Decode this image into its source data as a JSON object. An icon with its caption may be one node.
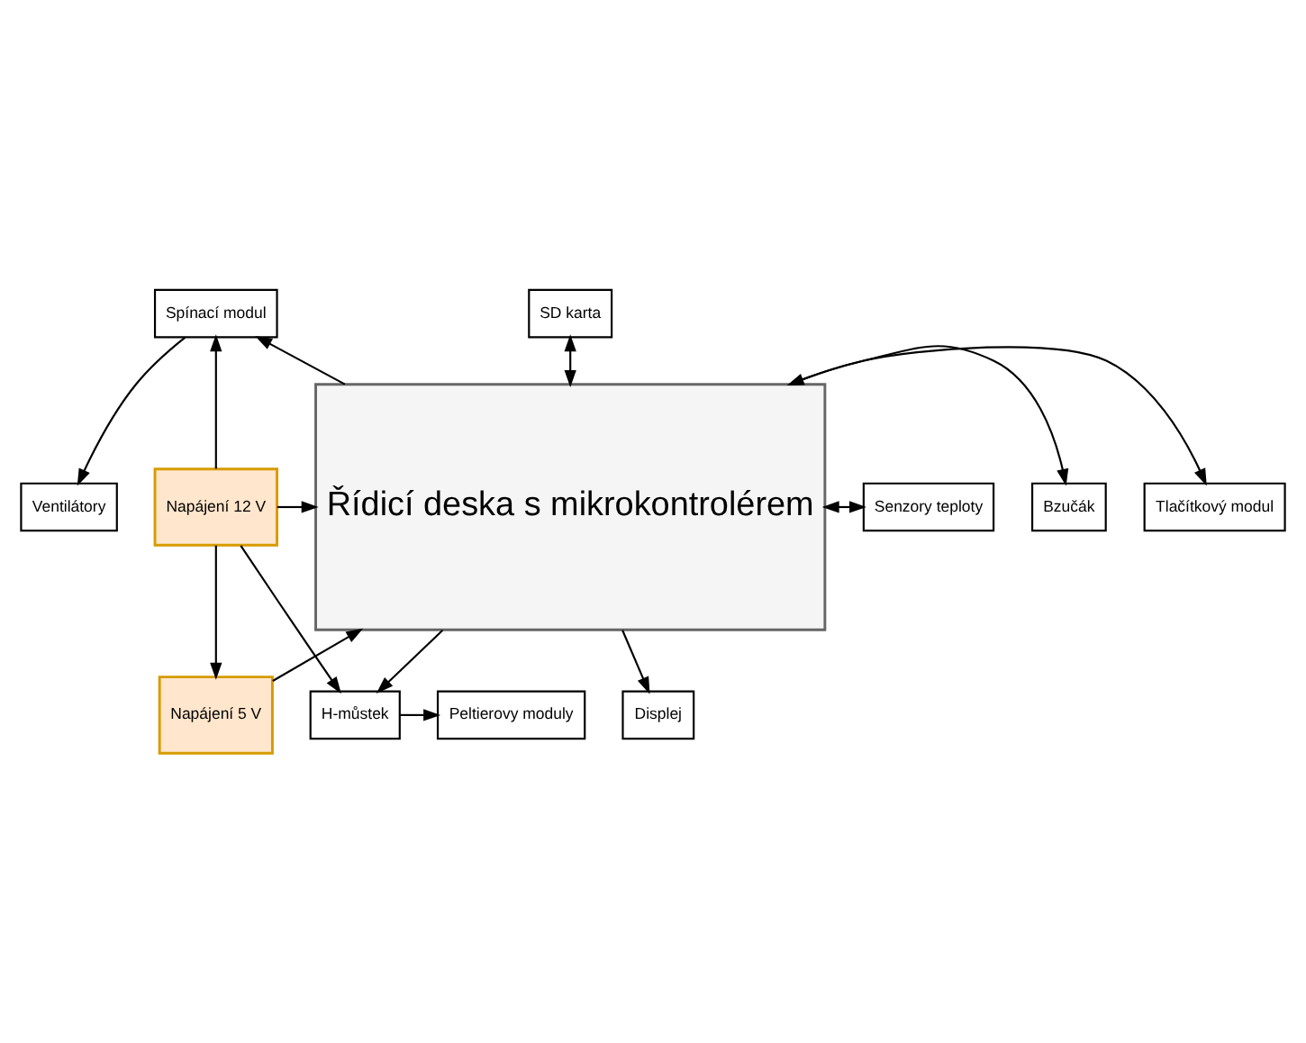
{
  "diagram": {
    "nodes": [
      {
        "text": [
          "Ventilátory"
        ]
      },
      {
        "text": [
          "Spínací modul"
        ]
      },
      {
        "text": [
          "SD karta"
        ]
      },
      {
        "text": [
          "Řídicí deska s mikrokontrolérem"
        ]
      },
      {
        "text": [
          "Napájení 12 V"
        ]
      },
      {
        "text": [
          "Tlačítkový modul"
        ]
      },
      {
        "text": [
          "Bzučák"
        ]
      },
      {
        "text": [
          "Napájení 5 V"
        ]
      },
      {
        "text": [
          "Senzory teploty"
        ]
      },
      {
        "text": [
          "Peltierovy moduly"
        ]
      },
      {
        "text": [
          "H-můstek"
        ]
      },
      {
        "text": [
          "Displej"
        ]
      }
    ],
    "edges": [
      {
        "from": 1,
        "to": 0,
        "arrow": "to"
      },
      {
        "from": 4,
        "to": 1,
        "arrow": "to"
      },
      {
        "from": 3,
        "to": 1,
        "arrow": "to"
      },
      {
        "from": 2,
        "to": 3,
        "arrow": "both"
      },
      {
        "from": 4,
        "to": 3,
        "arrow": "to"
      },
      {
        "from": 4,
        "to": 7,
        "arrow": "to"
      },
      {
        "from": 7,
        "to": 3,
        "arrow": "to"
      },
      {
        "from": 3,
        "to": 5,
        "arrow": "both"
      },
      {
        "from": 3,
        "to": 6,
        "arrow": "to"
      },
      {
        "from": 3,
        "to": 8,
        "arrow": "both"
      },
      {
        "from": 3,
        "to": 10,
        "arrow": "to"
      },
      {
        "from": 3,
        "to": 11,
        "arrow": "to"
      },
      {
        "from": 10,
        "to": 9,
        "arrow": "to"
      },
      {
        "from": 4,
        "to": 10,
        "arrow": "to"
      }
    ]
  }
}
